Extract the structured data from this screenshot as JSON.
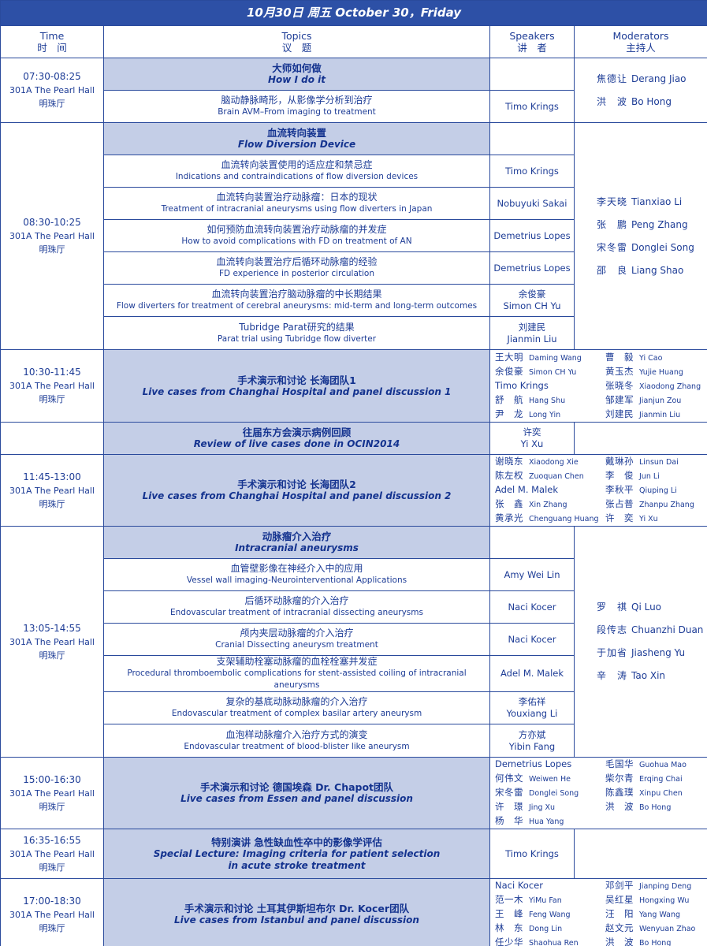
{
  "title": "10月30日 周五 October 30，Friday",
  "headers": [
    {
      "en": "Time",
      "zh": "时　间"
    },
    {
      "en": "Topics",
      "zh": "议　题"
    },
    {
      "en": "Speakers",
      "zh": "讲　者"
    },
    {
      "en": "Moderators",
      "zh": "主持人"
    }
  ],
  "sessions": [
    {
      "type": "block",
      "time": "07:30-08:25",
      "room": "301A The Pearl Hall",
      "room_zh": "明珠厅",
      "heading": {
        "zh": "大师如何做",
        "en": "How I do it"
      },
      "talks": [
        {
          "zh": "脑动静脉畸形，从影像学分析到治疗",
          "en": "Brain AVM–From imaging to treatment",
          "speaker": "Timo Krings"
        }
      ],
      "moderators": [
        {
          "zh": "焦德让",
          "en": "Derang Jiao"
        },
        {
          "zh": "洪　波",
          "en": "Bo Hong"
        }
      ]
    },
    {
      "type": "block",
      "time": "08:30-10:25",
      "room": "301A The Pearl Hall",
      "room_zh": "明珠厅",
      "heading": {
        "zh": "血流转向装置",
        "en": "Flow Diversion Device"
      },
      "talks": [
        {
          "zh": "血流转向装置使用的适应症和禁忌症",
          "en": "Indications and contraindications of flow diversion devices",
          "speaker": "Timo Krings"
        },
        {
          "zh": "血流转向装置治疗动脉瘤：日本的现状",
          "en": "Treatment of intracranial aneurysms using flow diverters in Japan",
          "speaker": "Nobuyuki Sakai"
        },
        {
          "zh": "如何预防血流转向装置治疗动脉瘤的并发症",
          "en": "How to avoid complications with FD on treatment of AN",
          "speaker": "Demetrius Lopes"
        },
        {
          "zh": "血流转向装置治疗后循环动脉瘤的经验",
          "en": "FD experience in posterior circulation",
          "speaker": "Demetrius Lopes"
        },
        {
          "zh": "血流转向装置治疗脑动脉瘤的中长期结果",
          "en": "Flow diverters for treatment of cerebral aneurysms: mid-term and long-term outcomes",
          "speaker_zh": "余俊豪",
          "speaker": "Simon CH Yu"
        },
        {
          "zh": "Tubridge Parat研究的结果",
          "en": "Parat trial using Tubridge flow diverter",
          "speaker_zh": "刘建民",
          "speaker": "Jianmin Liu"
        }
      ],
      "moderators": [
        {
          "zh": "李天晓",
          "en": "Tianxiao Li"
        },
        {
          "zh": "张　鹏",
          "en": "Peng Zhang"
        },
        {
          "zh": "宋冬雷",
          "en": "Donglei Song"
        },
        {
          "zh": "邵　良",
          "en": "Liang Shao"
        }
      ]
    },
    {
      "type": "live",
      "time": "10:30-11:45",
      "room": "301A The Pearl Hall",
      "room_zh": "明珠厅",
      "zh": "手术演示和讨论 长海团队1",
      "en": "Live cases from Changhai Hospital and panel discussion 1",
      "people": [
        {
          "zh": "王大明",
          "en": "Daming Wang"
        },
        {
          "zh": "曹　毅",
          "en": "Yi Cao"
        },
        {
          "zh": "余俊豪",
          "en": "Simon CH Yu"
        },
        {
          "zh": "黄玉杰",
          "en": "Yujie Huang"
        },
        {
          "full": "Timo Krings"
        },
        {
          "zh": "张晓冬",
          "en": "Xiaodong Zhang"
        },
        {
          "zh": "舒　航",
          "en": "Hang Shu"
        },
        {
          "zh": "邹建军",
          "en": "Jianjun Zou"
        },
        {
          "zh": "尹　龙",
          "en": "Long Yin"
        },
        {
          "zh": "刘建民",
          "en": "Jianmin Liu"
        }
      ]
    },
    {
      "type": "single",
      "time": "",
      "room": "",
      "room_zh": "",
      "zh": "往届东方会演示病例回顾",
      "en": "Review of live cases done in OCIN2014",
      "speaker_zh": "许奕",
      "speaker": "Yi Xu"
    },
    {
      "type": "live",
      "time": "11:45-13:00",
      "room": "301A The Pearl Hall",
      "room_zh": "明珠厅",
      "zh": "手术演示和讨论 长海团队2",
      "en": "Live cases from Changhai Hospital and panel discussion 2",
      "people": [
        {
          "zh": "谢晓东",
          "en": "Xiaodong Xie"
        },
        {
          "zh": "戴琳孙",
          "en": "Linsun Dai"
        },
        {
          "zh": "陈左权",
          "en": "Zuoquan Chen"
        },
        {
          "zh": "李　俊",
          "en": "Jun Li"
        },
        {
          "full": "Adel M. Malek"
        },
        {
          "zh": "李秋平",
          "en": "Qiuping Li"
        },
        {
          "zh": "张　鑫",
          "en": "Xin Zhang"
        },
        {
          "zh": "张占普",
          "en": "Zhanpu Zhang"
        },
        {
          "zh": "黄承光",
          "en": "Chenguang Huang"
        },
        {
          "zh": "许　奕",
          "en": "Yi Xu"
        }
      ]
    },
    {
      "type": "block",
      "time": "13:05-14:55",
      "room": "301A The Pearl Hall",
      "room_zh": "明珠厅",
      "heading": {
        "zh": "动脉瘤介入治疗",
        "en": "Intracranial aneurysms"
      },
      "talks": [
        {
          "zh": "血管壁影像在神经介入中的应用",
          "en": "Vessel wall imaging-Neurointerventional Applications",
          "speaker": "Amy Wei Lin"
        },
        {
          "zh": "后循环动脉瘤的介入治疗",
          "en": "Endovascular treatment of intracranial dissecting aneurysms",
          "speaker": "Naci Kocer"
        },
        {
          "zh": "颅内夹层动脉瘤的介入治疗",
          "en": "Cranial Dissecting aneurysm treatment",
          "speaker": "Naci Kocer"
        },
        {
          "zh": "支架辅助栓塞动脉瘤的血栓栓塞并发症",
          "en": "Procedural thromboembolic complications for stent-assisted coiling of intracranial aneurysms",
          "speaker": "Adel M. Malek"
        },
        {
          "zh": "复杂的基底动脉动脉瘤的介入治疗",
          "en": "Endovascular treatment of complex basilar artery aneurysm",
          "speaker_zh": "李佑祥",
          "speaker": "Youxiang Li"
        },
        {
          "zh": "血泡样动脉瘤介入治疗方式的演变",
          "en": "Endovascular treatment of blood-blister like aneurysm",
          "speaker_zh": "方亦斌",
          "speaker": "Yibin Fang"
        }
      ],
      "moderators": [
        {
          "zh": "罗　祺",
          "en": "Qi Luo"
        },
        {
          "zh": "段传志",
          "en": "Chuanzhi Duan"
        },
        {
          "zh": "于加省",
          "en": "Jiasheng Yu"
        },
        {
          "zh": "辛　涛",
          "en": "Tao Xin"
        }
      ]
    },
    {
      "type": "live",
      "time": "15:00-16:30",
      "room": "301A The Pearl Hall",
      "room_zh": "明珠厅",
      "zh": "手术演示和讨论 德国埃森 Dr. Chapot团队",
      "en": "Live cases from Essen and panel discussion",
      "people": [
        {
          "full": "Demetrius Lopes"
        },
        {
          "zh": "毛国华",
          "en": "Guohua Mao"
        },
        {
          "zh": "何伟文",
          "en": "Weiwen He"
        },
        {
          "zh": "柴尔青",
          "en": "Erqing Chai"
        },
        {
          "zh": "宋冬雷",
          "en": "Donglei Song"
        },
        {
          "zh": "陈鑫璞",
          "en": "Xinpu Chen"
        },
        {
          "zh": "许　璟",
          "en": "Jing Xu"
        },
        {
          "zh": "洪　波",
          "en": "Bo Hong"
        },
        {
          "zh": "杨　华",
          "en": "Hua Yang"
        }
      ]
    },
    {
      "type": "single",
      "time": "16:35-16:55",
      "room": "301A The Pearl Hall",
      "room_zh": "明珠厅",
      "zh": "特别演讲 急性缺血性卒中的影像学评估",
      "en": "Special Lecture:  Imaging criteria for patient selection",
      "en2": "in acute stroke treatment",
      "speaker": "Timo Krings"
    },
    {
      "type": "live",
      "time": "17:00-18:30",
      "room": "301A The Pearl Hall",
      "room_zh": "明珠厅",
      "zh": "手术演示和讨论 土耳其伊斯坦布尔 Dr. Kocer团队",
      "en": "Live cases from Istanbul and panel discussion",
      "people": [
        {
          "full": "Naci Kocer"
        },
        {
          "zh": "邓剑平",
          "en": "Jianping Deng"
        },
        {
          "zh": "范一木",
          "en": "YiMu Fan"
        },
        {
          "zh": "吴红星",
          "en": "Hongxing Wu"
        },
        {
          "zh": "王　峰",
          "en": "Feng Wang"
        },
        {
          "zh": "汪　阳",
          "en": "Yang Wang"
        },
        {
          "zh": "林　东",
          "en": "Dong Lin"
        },
        {
          "zh": "赵文元",
          "en": "Wenyuan Zhao"
        },
        {
          "zh": "任少华",
          "en": "Shaohua Ren"
        },
        {
          "zh": "洪　波",
          "en": "Bo Hong"
        }
      ]
    }
  ]
}
